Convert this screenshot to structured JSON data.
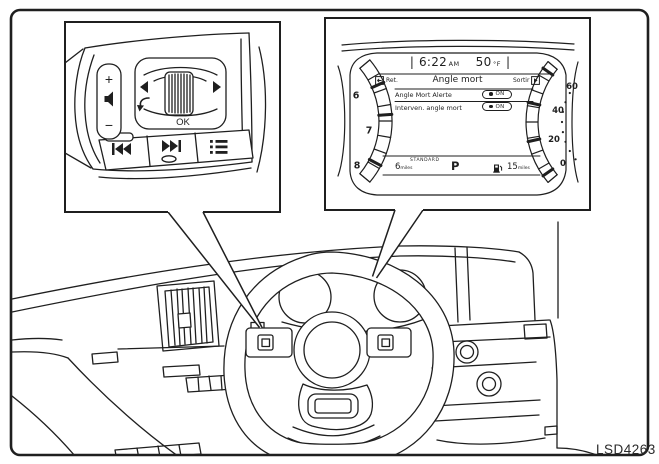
{
  "figure": {
    "code": "LSD4263"
  },
  "colors": {
    "line": "#1f1f1f",
    "background": "#ffffff"
  },
  "steering_controls": {
    "volume_plus": "+",
    "volume_minus": "−",
    "ok_label": "OK"
  },
  "cluster_display": {
    "separator": "|",
    "time": "6:22",
    "time_period": "AM",
    "temperature": "50",
    "temperature_unit": "°F",
    "menu": {
      "back_label": "Ret.",
      "title": "Angle mort",
      "exit_label": "Sortir"
    },
    "settings": [
      {
        "label": "Angle Mort Alerte",
        "state": "ON"
      },
      {
        "label": "Interven. angle mort",
        "state": "ON"
      }
    ],
    "status": {
      "drive_mode": "STANDARD",
      "odometer_value": "6",
      "odometer_unit": "miles",
      "gear": "P",
      "fuel_range_value": "15",
      "fuel_range_unit": "miles"
    },
    "tachometer_labels": [
      "6",
      "7",
      "8"
    ],
    "speedometer_labels": [
      "60",
      "40",
      "20",
      "0"
    ]
  }
}
